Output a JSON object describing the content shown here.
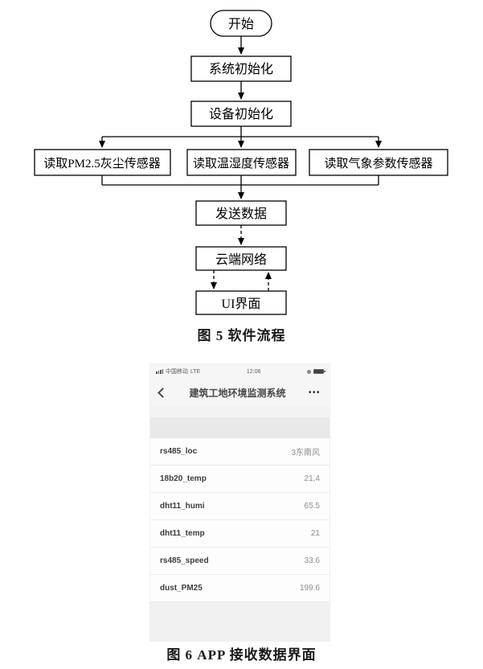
{
  "figure5": {
    "caption": "图 5  软件流程",
    "line_color": "#000000",
    "nodes": {
      "start": "开始",
      "sys_init": "系统初始化",
      "dev_init": "设备初始化",
      "read_pm25": "读取PM2.5灰尘传感器",
      "read_temp_humi": "读取温湿度传感器",
      "read_weather": "读取气象参数传感器",
      "send_data": "发送数据",
      "cloud": "云端网络",
      "ui": "UI界面"
    }
  },
  "figure6": {
    "caption": "图 6  APP 接收数据界面",
    "phone": {
      "status_bar": {
        "carrier": "中国移动",
        "network": "LTE",
        "time": "12:06"
      },
      "nav": {
        "title": "建筑工地环境监测系统",
        "more_label": "•••"
      },
      "rows": [
        {
          "label": "rs485_loc",
          "value": "3东南风"
        },
        {
          "label": "18b20_temp",
          "value": "21,4"
        },
        {
          "label": "dht11_humi",
          "value": "65.5"
        },
        {
          "label": "dht11_temp",
          "value": "21"
        },
        {
          "label": "rs485_speed",
          "value": "33.6"
        },
        {
          "label": "dust_PM25",
          "value": "199.6"
        }
      ]
    }
  }
}
